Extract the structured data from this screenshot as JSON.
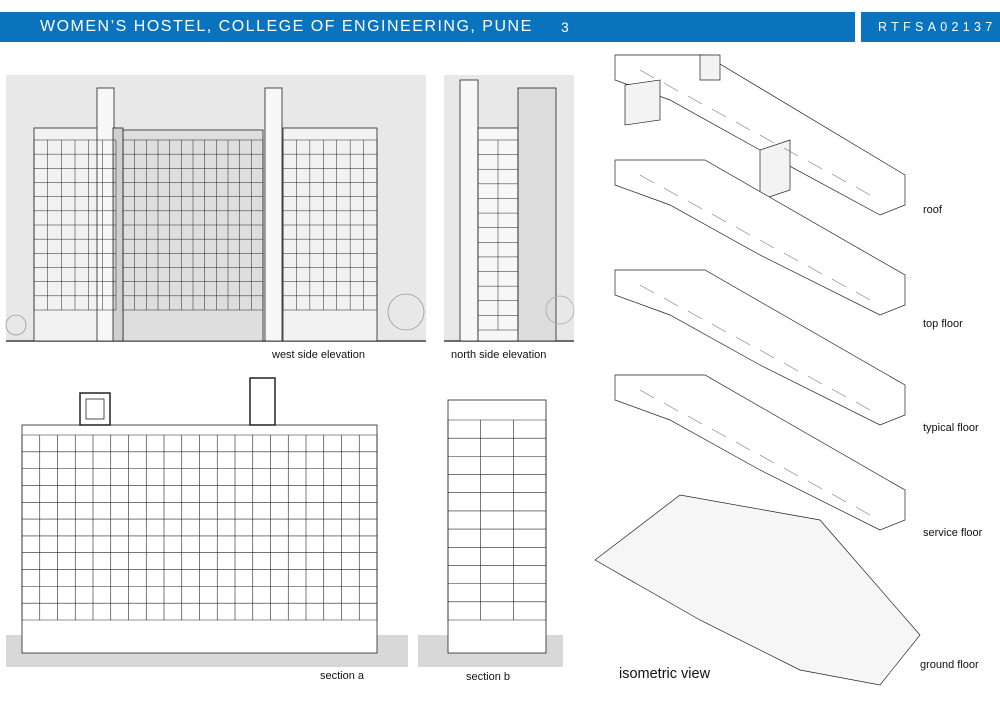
{
  "header": {
    "title": "WOMEN’S HOSTEL, COLLEGE OF ENGINEERING, PUNE",
    "page_number": "3",
    "code": "RTFSA02137",
    "color": "#0a73be"
  },
  "drawings": {
    "west_elevation": "west side elevation",
    "north_elevation": "north side elevation",
    "section_a": "section a",
    "section_b": "section b",
    "isometric": "isometric view"
  },
  "floors": [
    "roof",
    "top floor",
    "typical floor",
    "service floor",
    "ground floor"
  ]
}
